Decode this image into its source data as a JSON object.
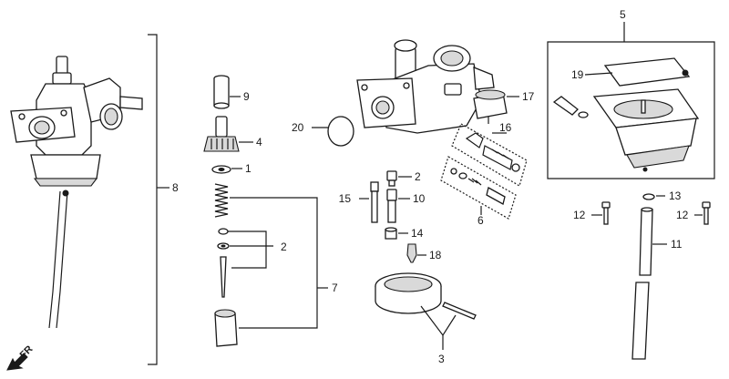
{
  "diagram": {
    "direction_label": "FR",
    "callouts": {
      "c1": "1",
      "c2a": "2",
      "c2b": "2",
      "c3": "3",
      "c4": "4",
      "c5": "5",
      "c6": "6",
      "c7": "7",
      "c8": "8",
      "c9": "9",
      "c10": "10",
      "c11": "11",
      "c12a": "12",
      "c12b": "12",
      "c13": "13",
      "c14": "14",
      "c15": "15",
      "c16": "16",
      "c17": "17",
      "c18": "18",
      "c19": "19",
      "c20": "20"
    }
  }
}
